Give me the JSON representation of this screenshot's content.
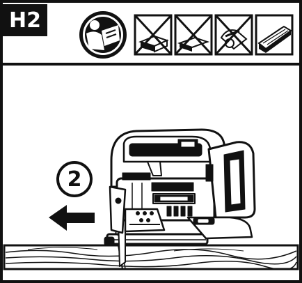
{
  "step": {
    "label": "H2",
    "number": "2"
  },
  "icons": [
    {
      "name": "read-manual-icon",
      "state": "required"
    },
    {
      "name": "wood-block-icon",
      "state": "crossed-out"
    },
    {
      "name": "sheet-material-icon",
      "state": "crossed-out"
    },
    {
      "name": "metal-saw-blade-icon",
      "state": "crossed-out"
    },
    {
      "name": "wood-plank-icon",
      "state": "allowed"
    }
  ],
  "colors": {
    "ink": "#111111",
    "paper": "#ffffff"
  }
}
